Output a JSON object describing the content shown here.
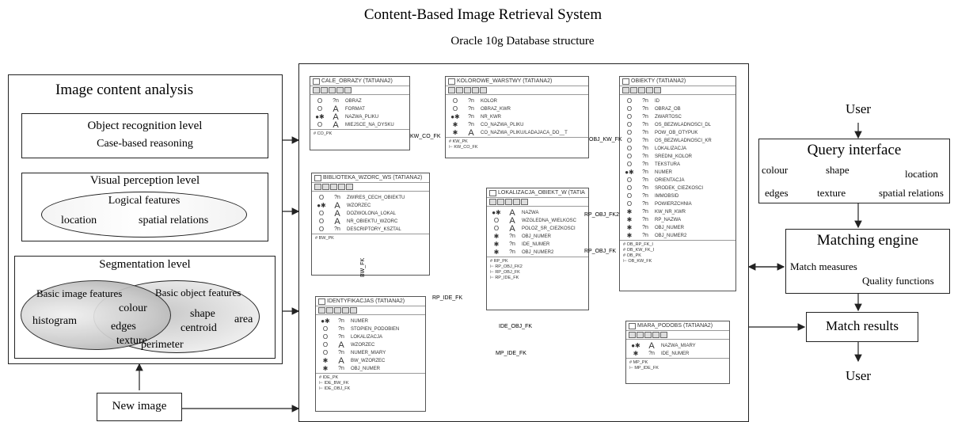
{
  "title": "Content-Based Image Retrieval System",
  "subtitle": "Oracle 10g Database structure",
  "analysis": {
    "heading": "Image content analysis",
    "object_level": {
      "title": "Object recognition level",
      "sub": "Case-based reasoning"
    },
    "visual_level": {
      "title": "Visual perception level",
      "logical": "Logical features",
      "location": "location",
      "spatial": "spatial relations"
    },
    "segmentation": {
      "title": "Segmentation level",
      "basic_image": "Basic image features",
      "basic_object": "Basic object features",
      "histogram": "histogram",
      "colour": "colour",
      "edges": "edges",
      "texture": "texture",
      "shape": "shape",
      "centroid": "centroid",
      "area": "area",
      "perimeter": "perimeter"
    }
  },
  "new_image": "New image",
  "right": {
    "user_top": "User",
    "query": {
      "title": "Query interface",
      "colour": "colour",
      "shape": "shape",
      "location": "location",
      "edges": "edges",
      "texture": "texture",
      "spatial": "spatial relations"
    },
    "matching": {
      "title": "Matching engine",
      "measures": "Match measures",
      "quality": "Quality functions"
    },
    "results": "Match results",
    "user_bottom": "User"
  },
  "db": {
    "tables": [
      {
        "name": "CALE_OBRAZY (TATIANA2)",
        "rows": [
          [
            "O",
            "?n",
            "OBRAZ"
          ],
          [
            "O",
            "A",
            "FORMAT"
          ],
          [
            "●✱",
            "A",
            "NAZWA_PLIKU"
          ],
          [
            "O",
            "A",
            "MIEJSCE_NA_DYSKU"
          ]
        ],
        "fks": [
          "# CO_PK"
        ]
      },
      {
        "name": "KOLOROWE_WARSTWY (TATIANA2)",
        "rows": [
          [
            "O",
            "?n",
            "KOLOR"
          ],
          [
            "O",
            "?n",
            "OBRAZ_KWR"
          ],
          [
            "●✱",
            "?n",
            "NR_KWR"
          ],
          [
            "✱",
            "?n",
            "CO_NAZWA_PLIKU"
          ],
          [
            "✱",
            "A",
            "CO_NAZWA_PLIKU/LADAJACA_DO__T"
          ]
        ],
        "fks": [
          "# KW_PK",
          "⊢ KW_CO_FK"
        ]
      },
      {
        "name": "OBIEKTY (TATIANA2)",
        "rows": [
          [
            "O",
            "?n",
            "ID"
          ],
          [
            "O",
            "?n",
            "OBRAZ_OB"
          ],
          [
            "O",
            "?n",
            "ZWARTOSC"
          ],
          [
            "O",
            "?n",
            "OS_BEZWLADNOSCI_DL"
          ],
          [
            "O",
            "?n",
            "POW_OB_OTYPUK"
          ],
          [
            "O",
            "?n",
            "OS_BEZWLADNOSCI_KR"
          ],
          [
            "O",
            "?n",
            "LOKALIZACJA"
          ],
          [
            "O",
            "?n",
            "SREDNI_KOLOR"
          ],
          [
            "O",
            "?n",
            "TEKSTURA"
          ],
          [
            "●✱",
            "?n",
            "NUMER"
          ],
          [
            "O",
            "?n",
            "ORIENTACJA"
          ],
          [
            "O",
            "?n",
            "SRODEK_CIEZKOSCI"
          ],
          [
            "O",
            "?n",
            "IMMOBSID"
          ],
          [
            "O",
            "?n",
            "POWIERZCHNIA"
          ],
          [
            "✱",
            "?n",
            "KW_NR_KWR"
          ],
          [
            "✱",
            "?n",
            "RP_NAZWA"
          ],
          [
            "✱",
            "?n",
            "OBJ_NUMER"
          ],
          [
            "✱",
            "?n",
            "OBJ_NUMER2"
          ]
        ],
        "fks": [
          "# OB_RP_FK_I",
          "# OB_KW_FK_I",
          "# OB_PK",
          "⊢ OB_KW_FK"
        ]
      },
      {
        "name": "BIBLIOTEKA_WZORC_WS (TATIANA2)",
        "rows": [
          [
            "O",
            "?n",
            "ZWIRES_CECH_OBIEKTU"
          ],
          [
            "●✱",
            "A",
            "WZORZEC"
          ],
          [
            "O",
            "A",
            "DOZWOLONA_LOKAL"
          ],
          [
            "O",
            "A",
            "NR_OBIEKTU_WZORC"
          ],
          [
            "O",
            "?n",
            "DESCRIPTORY_KSZTAL"
          ]
        ],
        "fks": [
          "# BW_PK"
        ]
      },
      {
        "name": "LOKALIZACJA_OBIEKT_W (TATIA",
        "rows": [
          [
            "●✱",
            "A",
            "NAZWA"
          ],
          [
            "O",
            "A",
            "WZGLEDNA_WIELKOSC"
          ],
          [
            "O",
            "A",
            "POLOZ_SR_CIEZKOSCI"
          ],
          [
            "✱",
            "?n",
            "OBJ_NUMER"
          ],
          [
            "✱",
            "?n",
            "IDE_NUMER"
          ],
          [
            "✱",
            "?n",
            "OBJ_NUMER2"
          ]
        ],
        "fks": [
          "# RP_PK",
          "⊢ RP_OBJ_FK2",
          "⊢ RP_OBJ_FK",
          "⊢ RP_IDE_FK"
        ]
      },
      {
        "name": "IDENTYFIKACJAS (TATIANA2)",
        "rows": [
          [
            "●✱",
            "?n",
            "NUMER"
          ],
          [
            "O",
            "?n",
            "STOPIEN_PODOBIEN"
          ],
          [
            "O",
            "?n",
            "LOKALIZACJA"
          ],
          [
            "O",
            "A",
            "WZORZEC"
          ],
          [
            "O",
            "?n",
            "NUMER_MIARY"
          ],
          [
            "✱",
            "A",
            "BW_WZORZEC"
          ],
          [
            "✱",
            "?n",
            "OBJ_NUMER"
          ]
        ],
        "fks": [
          "# IDE_PK",
          "⊢ IDE_BW_FK",
          "⊢ IDE_OBJ_FK"
        ]
      },
      {
        "name": "MIARA_PODOBS (TATIANA2)",
        "rows": [
          [
            "●✱",
            "A",
            "NAZWA_MIARY"
          ],
          [
            "✱",
            "?n",
            "IDE_NUMER"
          ]
        ],
        "fks": [
          "# MP_PK",
          "⊢ MP_IDE_FK"
        ]
      }
    ],
    "rel_labels": [
      "KW_CO_FK",
      "OBJ_KW_FK",
      "RP_OBJ_FK2",
      "RP_OBJ_FK",
      "RP_IDE_FK",
      "IDE_OBJ_FK",
      "MP_IDE_FK",
      "BW_FK"
    ]
  }
}
